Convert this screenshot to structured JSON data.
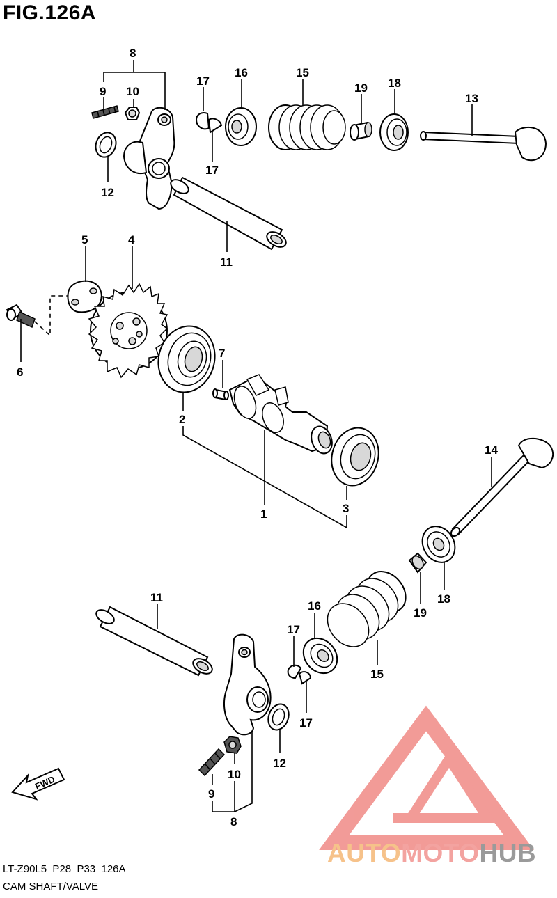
{
  "figure": {
    "title": "FIG.126A",
    "code": "LT-Z90L5_P28_P33_126A",
    "caption": "CAM SHAFT/VALVE"
  },
  "callouts": {
    "c1": "1",
    "c2": "2",
    "c3": "3",
    "c4": "4",
    "c5": "5",
    "c6": "6",
    "c7": "7",
    "c8_top": "8",
    "c9_top": "9",
    "c10_top": "10",
    "c11_top": "11",
    "c12_top": "12",
    "c13": "13",
    "c14": "14",
    "c15_top": "15",
    "c16_top": "16",
    "c17_top_a": "17",
    "c17_top_b": "17",
    "c18_top": "18",
    "c19_top": "19",
    "c8_bot": "8",
    "c9_bot": "9",
    "c10_bot": "10",
    "c11_bot": "11",
    "c12_bot": "12",
    "c15_bot": "15",
    "c16_bot": "16",
    "c17_bot_a": "17",
    "c17_bot_b": "17",
    "c18_bot": "18",
    "c19_bot": "19"
  },
  "fwd_label": "FWD",
  "watermark": {
    "part1": "AUTO",
    "part2": "MOTO",
    "part3": "HUB",
    "colors": {
      "auto": "#f6c28a",
      "moto": "#f3a3a0",
      "hub": "#9a9a9a",
      "logo": "#f08a86"
    }
  }
}
